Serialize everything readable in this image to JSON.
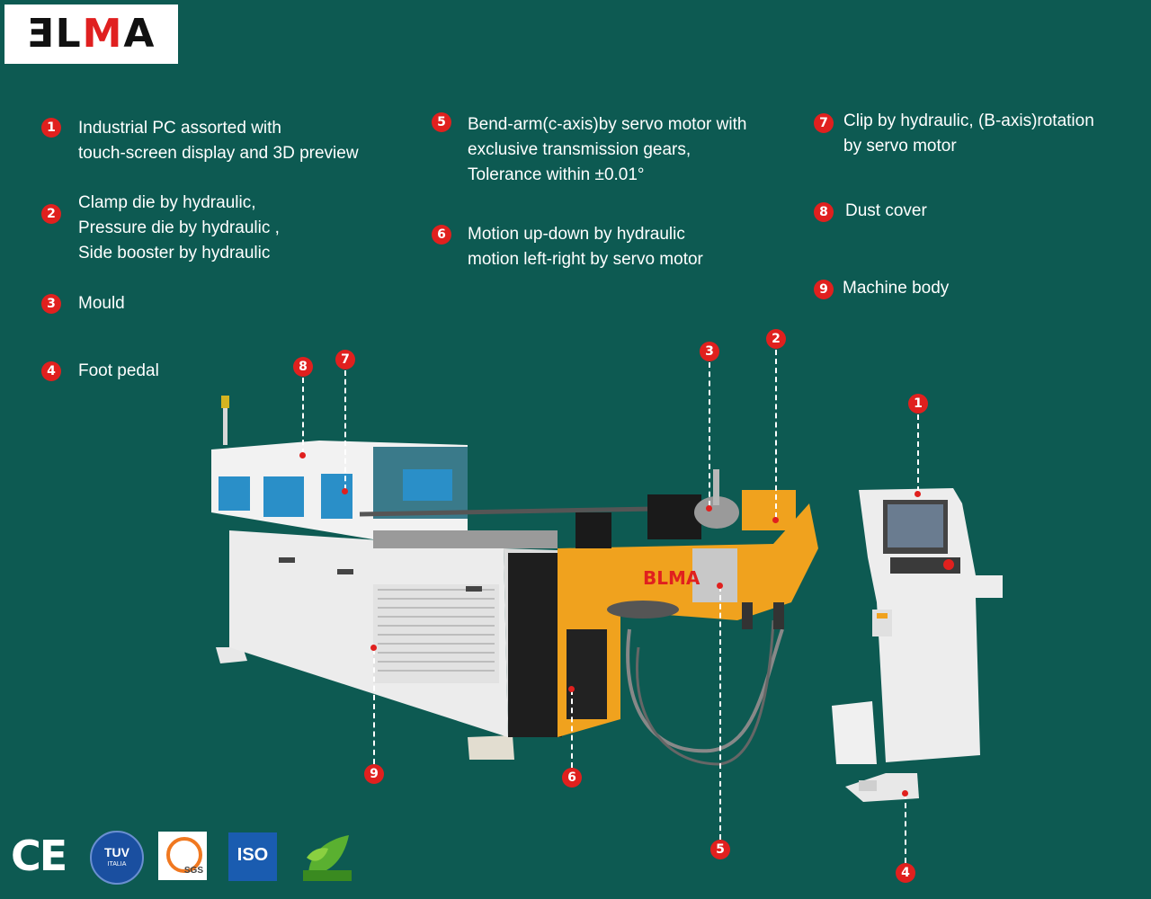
{
  "brand": {
    "logo_text_left": "ƎL",
    "logo_text_mid": "M",
    "logo_text_right": "A"
  },
  "features": [
    {
      "num": "1",
      "lines": [
        "Industrial PC assorted with",
        "touch-screen display and 3D preview"
      ]
    },
    {
      "num": "2",
      "lines": [
        "Clamp die by hydraulic,",
        "Pressure die by hydraulic ,",
        "Side booster by hydraulic"
      ]
    },
    {
      "num": "3",
      "lines": [
        "Mould"
      ]
    },
    {
      "num": "4",
      "lines": [
        "Foot pedal"
      ]
    },
    {
      "num": "5",
      "lines": [
        "Bend-arm(c-axis)by servo motor with",
        "exclusive transmission gears,",
        "Tolerance within ±0.01°"
      ]
    },
    {
      "num": "6",
      "lines": [
        "Motion up-down by hydraulic",
        "motion left-right by servo motor"
      ]
    },
    {
      "num": "7",
      "lines": [
        "Clip by hydraulic, (B-axis)rotation",
        "by servo motor"
      ]
    },
    {
      "num": "8",
      "lines": [
        "Dust cover"
      ]
    },
    {
      "num": "9",
      "lines": [
        "Machine body"
      ]
    }
  ],
  "machine_logo": "BLMA",
  "certifications": {
    "ce": "CE",
    "tuv": "TUV",
    "tuv_sub": "ITALIA",
    "sgs": "SGS",
    "iso": "ISO"
  },
  "colors": {
    "background": "#0d5a52",
    "accent": "#e0201e",
    "machine_orange": "#f0a21e"
  }
}
